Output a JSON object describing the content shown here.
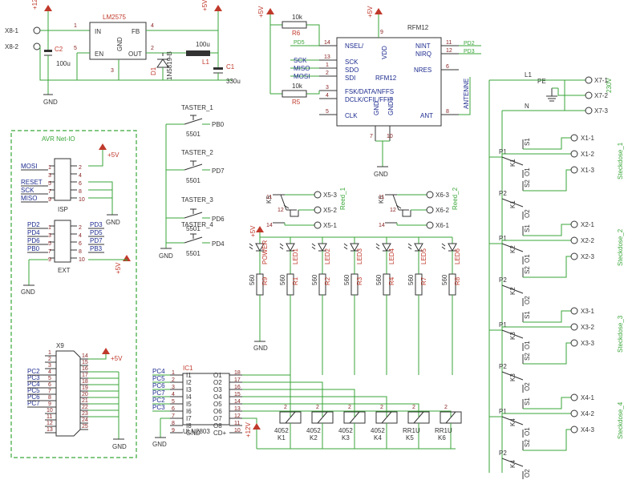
{
  "power": {
    "regulator_name": "LM2575",
    "reg_pins": [
      "IN",
      "FB",
      "EN",
      "GND",
      "OUT"
    ],
    "reg_pin_numbers": [
      "1",
      "4",
      "5",
      "3",
      "2"
    ],
    "in_terminals": [
      "X8-1",
      "X8-2"
    ],
    "v12": "+12V",
    "v5": "+5V",
    "c2": {
      "name": "C2",
      "value": "100u"
    },
    "d1": {
      "name": "D1",
      "value": "1N5819-B"
    },
    "l1": {
      "name": "L1",
      "value": "100u"
    },
    "c1": {
      "name": "C1",
      "value": "330u"
    },
    "gnd": "GND"
  },
  "rfm": {
    "title": "RFM12",
    "name": "RFM12",
    "left_pins": [
      {
        "num": "14",
        "label": "NSEL/",
        "net": "PD5"
      },
      {
        "num": "13",
        "label": "SCK",
        "net": "SCK"
      },
      {
        "num": "1",
        "label": "SDO",
        "net": "MISO"
      },
      {
        "num": "2",
        "label": "SDI",
        "net": "MOSI"
      },
      {
        "num": "3",
        "label": "FSK/DATA/NFFS"
      },
      {
        "num": "4",
        "label": "DCLK/CFIL/FFIT"
      },
      {
        "num": "5",
        "label": "CLK"
      }
    ],
    "right_pins": [
      {
        "num": "11",
        "label": "NINT",
        "net": "PD2"
      },
      {
        "num": "12",
        "label": "NIRQ",
        "net": "PD3"
      },
      {
        "num": "6",
        "label": "NRES"
      },
      {
        "num": "8",
        "label": "ANT"
      }
    ],
    "top_pin": {
      "num": "9",
      "label": "VDD"
    },
    "bottom_pins": [
      {
        "num": "7",
        "label": "GND"
      },
      {
        "num": "10",
        "label": "GND1"
      }
    ],
    "r6": {
      "name": "R6",
      "value": "10k"
    },
    "r5": {
      "name": "R5",
      "value": "10k"
    },
    "antenna": "ANTENNE"
  },
  "buttons": [
    {
      "name": "TASTER_1",
      "value": "5501",
      "net": "PB0"
    },
    {
      "name": "TASTER_2",
      "value": "5501",
      "net": "PD7"
    },
    {
      "name": "TASTER_3",
      "value": "5501",
      "net": "PD6"
    },
    {
      "name": "TASTER_4",
      "value": "5501",
      "net": "PD4"
    }
  ],
  "avr": {
    "title": "AVR Net-IO",
    "isp": {
      "name": "ISP",
      "left": [
        "MOSI",
        "RESET",
        "SCK",
        "MISO"
      ],
      "pins_left": [
        "1",
        "3",
        "5",
        "7",
        "9"
      ],
      "pins_right": [
        "2",
        "4",
        "6",
        "8",
        "10"
      ]
    },
    "ext": {
      "name": "EXT",
      "left": [
        "PD2",
        "PD4",
        "PD6",
        "PB0"
      ],
      "right": [
        "PD3",
        "PD5",
        "PD7",
        "PB3"
      ],
      "pins_left": [
        "1",
        "3",
        "5",
        "7",
        "9"
      ],
      "pins_right": [
        "2",
        "4",
        "6",
        "8",
        "10"
      ]
    },
    "x9": {
      "name": "X9",
      "pins_left": [
        "1",
        "2",
        "3",
        "4",
        "5",
        "6",
        "7",
        "8",
        "9",
        "10",
        "11",
        "12",
        "13"
      ],
      "pins_right": [
        "14",
        "15",
        "16",
        "17",
        "18",
        "19",
        "20",
        "21",
        "22",
        "23",
        "24",
        "25"
      ],
      "nets": [
        "PC2",
        "PC3",
        "PC4",
        "PC5",
        "PC6",
        "PC7"
      ]
    }
  },
  "uln": {
    "name": "IC1",
    "value": "ULN2803",
    "inputs": [
      "I1",
      "I2",
      "I3",
      "I4",
      "I5",
      "I6",
      "I7",
      "I8",
      "GND"
    ],
    "outputs": [
      "O1",
      "O2",
      "O3",
      "O4",
      "O5",
      "O6",
      "O7",
      "O8",
      "CD+"
    ],
    "in_pins": [
      "1",
      "2",
      "3",
      "4",
      "5",
      "6",
      "7",
      "8",
      "9"
    ],
    "out_pins": [
      "18",
      "17",
      "16",
      "15",
      "14",
      "13",
      "12",
      "11",
      "10"
    ],
    "nets": [
      "PC4",
      "PC5",
      "PC6",
      "PC7",
      "PC2",
      "PC3"
    ]
  },
  "leds": [
    {
      "name": "POWER",
      "r": "R9"
    },
    {
      "name": "LED1",
      "r": "R1"
    },
    {
      "name": "LED2",
      "r": "R2"
    },
    {
      "name": "LED3",
      "r": "R3"
    },
    {
      "name": "LED4",
      "r": "R4"
    },
    {
      "name": "LED5",
      "r": "R7"
    },
    {
      "name": "LED6",
      "r": "R8"
    }
  ],
  "resistor_value": "560",
  "relays": [
    {
      "name": "K1",
      "type": "4052"
    },
    {
      "name": "K2",
      "type": "4052"
    },
    {
      "name": "K3",
      "type": "4052"
    },
    {
      "name": "K4",
      "type": "4052"
    },
    {
      "name": "K5",
      "type": "RR1U"
    },
    {
      "name": "K6",
      "type": "RR1U"
    }
  ],
  "reeds": [
    {
      "title": "Reed_1",
      "relay": "K5",
      "terms": [
        "X5-3",
        "X5-2",
        "X5-1"
      ],
      "pins": [
        "11",
        "12",
        "14"
      ]
    },
    {
      "title": "Reed_2",
      "relay": "K6",
      "terms": [
        "X6-3",
        "X6-2",
        "X6-1"
      ],
      "pins": [
        "11",
        "12",
        "14"
      ]
    }
  ],
  "mains": {
    "label": "230V",
    "terms": [
      "X7-1",
      "X7-2",
      "X7-3"
    ],
    "L": "L1",
    "N": "N",
    "PE": "PE"
  },
  "sockets": [
    {
      "title": "Steckdose_1",
      "relay": "K1",
      "terms": [
        "X1-1",
        "X1-2",
        "X1-3"
      ]
    },
    {
      "title": "Steckdose_2",
      "relay": "K2",
      "terms": [
        "X2-1",
        "X2-2",
        "X2-3"
      ]
    },
    {
      "title": "Steckdose_3",
      "relay": "K3",
      "terms": [
        "X3-1",
        "X3-2",
        "X3-3"
      ]
    },
    {
      "title": "Steckdose_4",
      "relay": "K4",
      "terms": [
        "X4-1",
        "X4-2",
        "X4-3"
      ]
    }
  ],
  "contact_labels": {
    "p1": "P1",
    "p2": "P2",
    "s1": "S1",
    "s2": "S2",
    "o1": "O1",
    "o2": "O2"
  }
}
